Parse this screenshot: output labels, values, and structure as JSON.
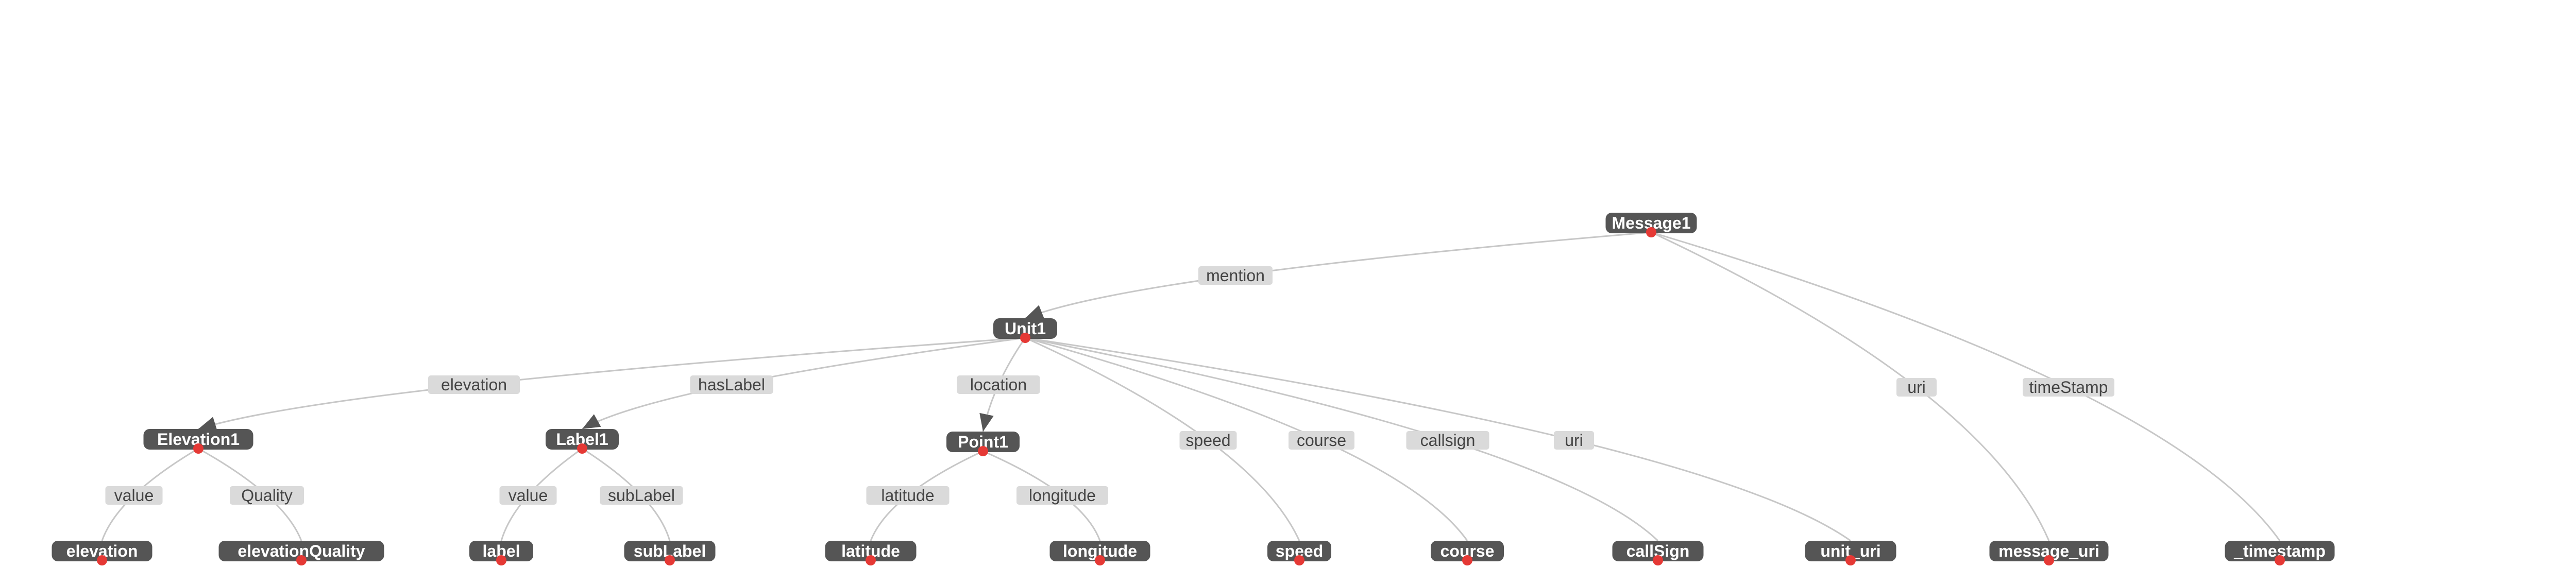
{
  "graph": {
    "colors": {
      "node_fill": "#555555",
      "node_text": "#ffffff",
      "edge_line": "#c7c7c7",
      "edge_label_bg": "#dadada",
      "edge_label_text": "#444444",
      "anchor_dot": "#e53935"
    },
    "nodes": [
      {
        "id": "Message1",
        "label": "Message1"
      },
      {
        "id": "Unit1",
        "label": "Unit1"
      },
      {
        "id": "Elevation1",
        "label": "Elevation1"
      },
      {
        "id": "Label1",
        "label": "Label1"
      },
      {
        "id": "Point1",
        "label": "Point1"
      },
      {
        "id": "elevation",
        "label": "elevation"
      },
      {
        "id": "elevationQuality",
        "label": "elevationQuality"
      },
      {
        "id": "label",
        "label": "label"
      },
      {
        "id": "subLabel",
        "label": "subLabel"
      },
      {
        "id": "latitude",
        "label": "latitude"
      },
      {
        "id": "longitude",
        "label": "longitude"
      },
      {
        "id": "speed",
        "label": "speed"
      },
      {
        "id": "course",
        "label": "course"
      },
      {
        "id": "callSign",
        "label": "callSign"
      },
      {
        "id": "unit_uri",
        "label": "unit_uri"
      },
      {
        "id": "message_uri",
        "label": "message_uri"
      },
      {
        "id": "_timestamp",
        "label": "_timestamp"
      }
    ],
    "edges": [
      {
        "from": "Message1",
        "to": "Unit1",
        "label": "mention",
        "arrow": true
      },
      {
        "from": "Message1",
        "to": "message_uri",
        "label": "uri",
        "arrow": false
      },
      {
        "from": "Message1",
        "to": "_timestamp",
        "label": "timeStamp",
        "arrow": false
      },
      {
        "from": "Unit1",
        "to": "Elevation1",
        "label": "elevation",
        "arrow": true
      },
      {
        "from": "Unit1",
        "to": "Label1",
        "label": "hasLabel",
        "arrow": true
      },
      {
        "from": "Unit1",
        "to": "Point1",
        "label": "location",
        "arrow": true
      },
      {
        "from": "Unit1",
        "to": "speed",
        "label": "speed",
        "arrow": false
      },
      {
        "from": "Unit1",
        "to": "course",
        "label": "course",
        "arrow": false
      },
      {
        "from": "Unit1",
        "to": "callSign",
        "label": "callsign",
        "arrow": false
      },
      {
        "from": "Unit1",
        "to": "unit_uri",
        "label": "uri",
        "arrow": false
      },
      {
        "from": "Elevation1",
        "to": "elevation",
        "label": "value",
        "arrow": false
      },
      {
        "from": "Elevation1",
        "to": "elevationQuality",
        "label": "Quality",
        "arrow": false
      },
      {
        "from": "Label1",
        "to": "label",
        "label": "value",
        "arrow": false
      },
      {
        "from": "Label1",
        "to": "subLabel",
        "label": "subLabel",
        "arrow": false
      },
      {
        "from": "Point1",
        "to": "latitude",
        "label": "latitude",
        "arrow": false
      },
      {
        "from": "Point1",
        "to": "longitude",
        "label": "longitude",
        "arrow": false
      }
    ]
  }
}
